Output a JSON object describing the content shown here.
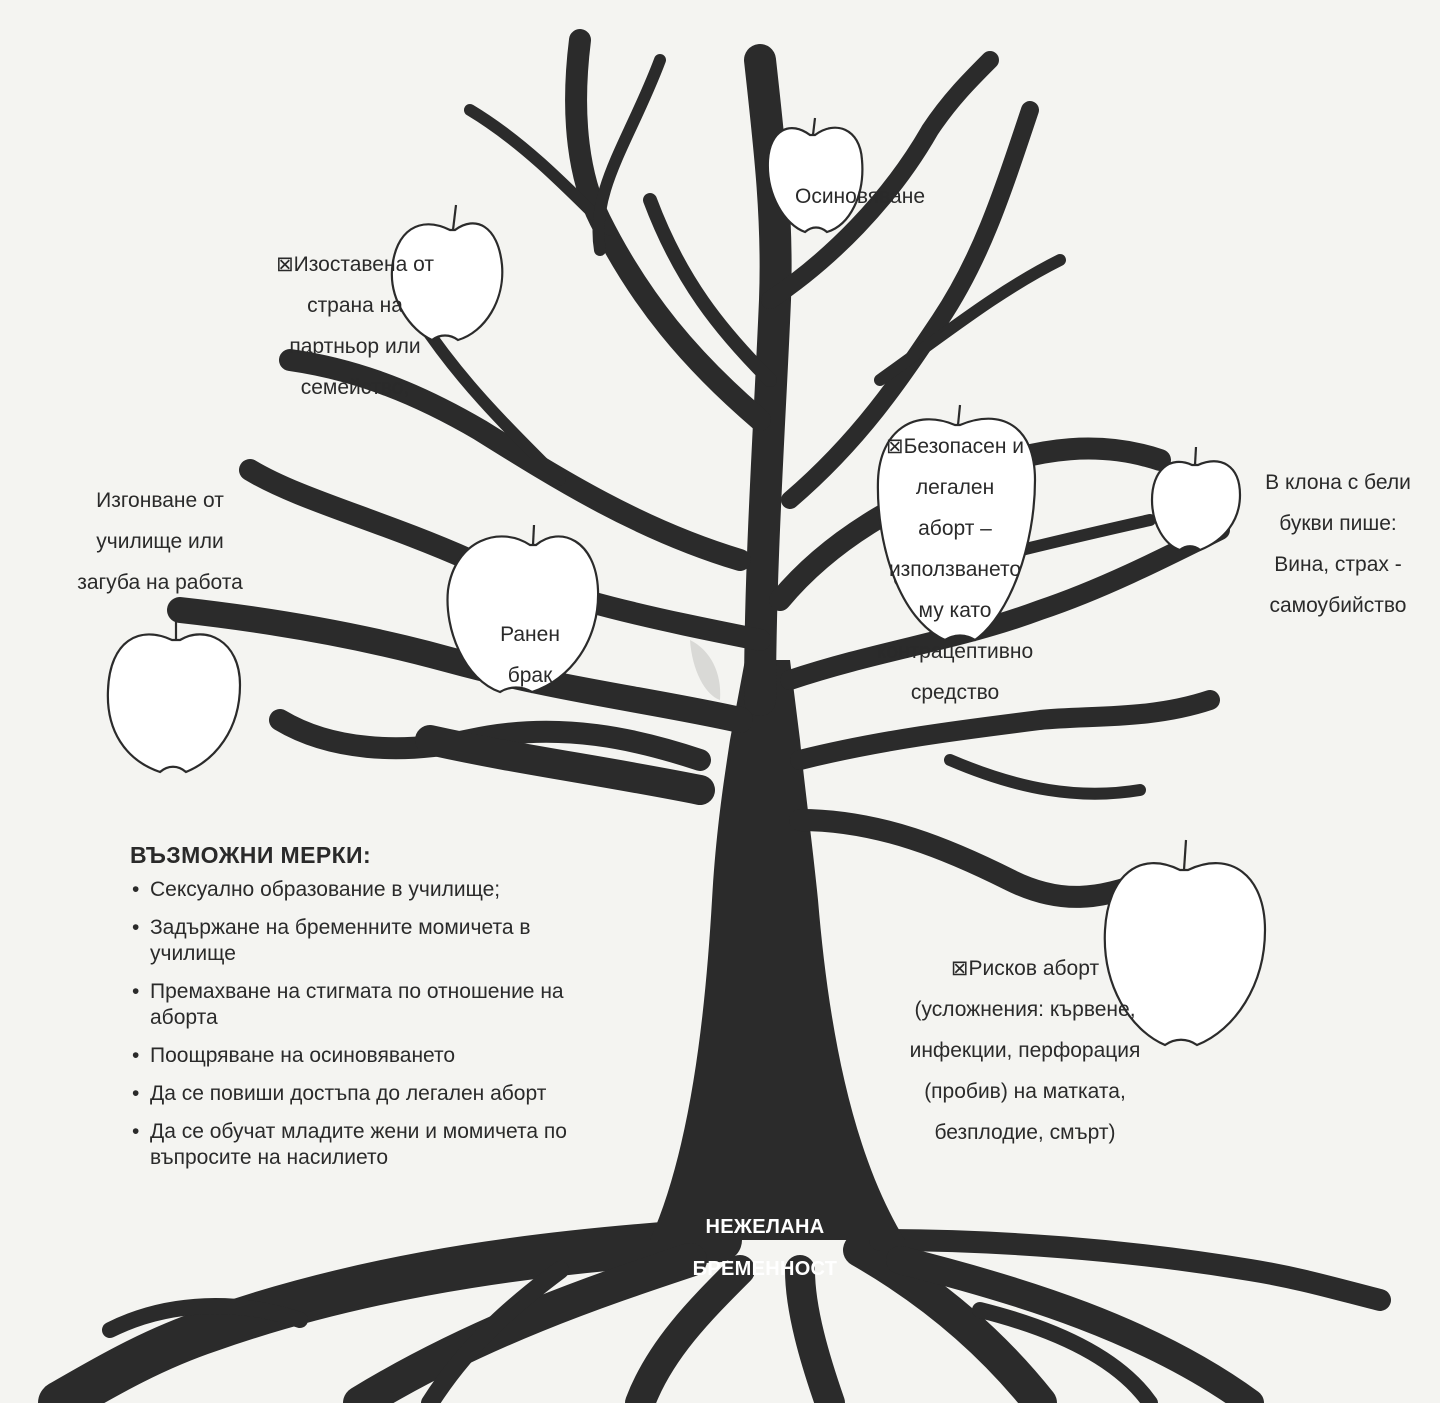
{
  "colors": {
    "tree": "#2b2b2b",
    "background": "#f4f4f1",
    "apple_fill": "#ffffff",
    "apple_stroke": "#2b2b2b",
    "text": "#2a2a2a",
    "root_text": "#ffffff"
  },
  "icons": [
    "apple-icon",
    "tree-trunk",
    "tree-roots"
  ],
  "labels": {
    "osinovyavane": [
      "Осиновяване"
    ],
    "izostavena": [
      "⊠Изоставена от",
      "страна на",
      "партньор или",
      "семейство;"
    ],
    "izgonvane": [
      "Изгонване от",
      "училище или",
      "загуба на работа"
    ],
    "ranen_brak": [
      "Ранен",
      "брак"
    ],
    "bezopasen": [
      "⊠Безопасен и",
      "легален",
      "аборт –",
      "използването",
      "му като",
      "контрацептивно",
      "средство"
    ],
    "v_klona": [
      "В клона с бели",
      "букви пише:",
      "Вина, страх -",
      "самоубийство"
    ],
    "riskov": [
      "⊠Рисков аборт",
      "(усложнения: кървене,",
      "инфекции, перфорация",
      "(пробив) на матката,",
      "безплодие, смърт)"
    ],
    "root": [
      "НЕЖЕЛАНА",
      "БРЕМЕННОСТ"
    ]
  },
  "measures": {
    "title": "ВЪЗМОЖНИ МЕРКИ:",
    "items": [
      "Сексуално образование в училище;",
      "Задържане на бременните момичета в училище",
      "Премахване на стигмата по отношение на аборта",
      "Поощряване на осиновяването",
      "Да се повиши достъпа до легален аборт",
      "Да се обучат младите жени и момичета по въпросите на насилието"
    ]
  }
}
